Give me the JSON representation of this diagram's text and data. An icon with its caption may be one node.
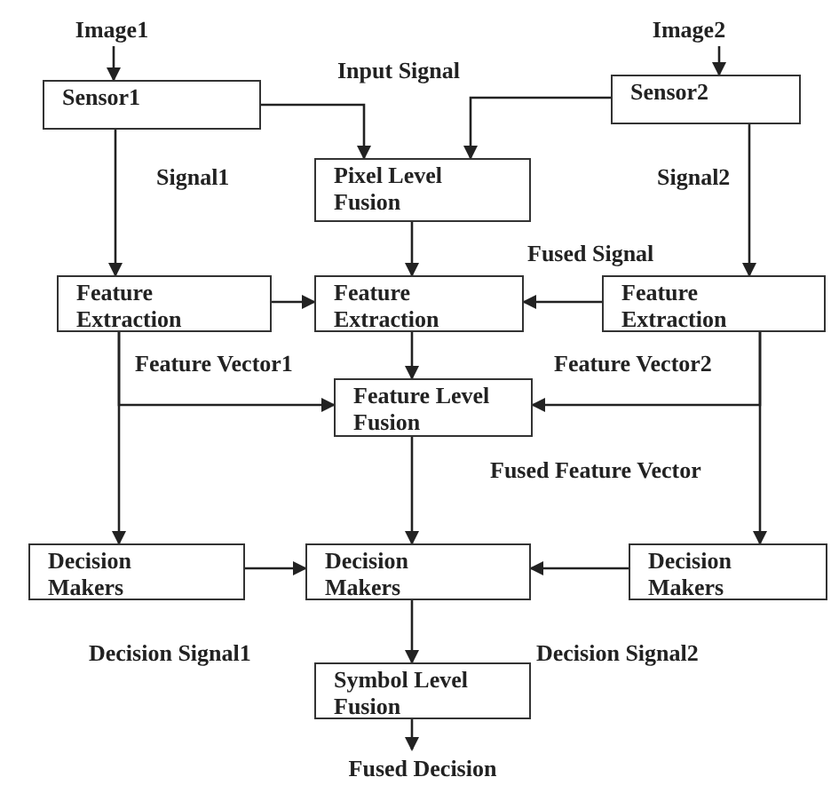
{
  "diagram": {
    "nodes": [
      {
        "text": [
          "Image1"
        ]
      },
      {
        "text": [
          "Image2"
        ]
      },
      {
        "text": [
          "Sensor1"
        ]
      },
      {
        "text": [
          "Sensor2"
        ]
      },
      {
        "text": [
          "Pixel Level Fusion"
        ]
      },
      {
        "text": [
          "Feature Extraction"
        ]
      },
      {
        "text": [
          "Feature Extraction"
        ]
      },
      {
        "text": [
          "Feature Extraction"
        ]
      },
      {
        "text": [
          "Feature Level Fusion"
        ]
      },
      {
        "text": [
          "Decision Makers"
        ]
      },
      {
        "text": [
          "Decision Makers"
        ]
      },
      {
        "text": [
          "Decision Makers"
        ]
      },
      {
        "text": [
          "Symbol Level Fusion"
        ]
      },
      {
        "text": [
          "Fused Decision"
        ]
      }
    ],
    "edges": [
      {
        "from": 0,
        "to": 2,
        "arrow": "to"
      },
      {
        "from": 1,
        "to": 3,
        "arrow": "to"
      },
      {
        "from": 2,
        "to": 4,
        "arrow": "to"
      },
      {
        "from": 3,
        "to": 4,
        "arrow": "to"
      },
      {
        "from": 2,
        "to": 5,
        "arrow": "to"
      },
      {
        "from": 3,
        "to": 7,
        "arrow": "to"
      },
      {
        "from": 4,
        "to": 6,
        "arrow": "to"
      },
      {
        "from": 5,
        "to": 6,
        "arrow": "to"
      },
      {
        "from": 7,
        "to": 6,
        "arrow": "to"
      },
      {
        "from": 6,
        "to": 8,
        "arrow": "to"
      },
      {
        "from": 5,
        "to": 9,
        "arrow": "to"
      },
      {
        "from": 5,
        "to": 8,
        "arrow": "to"
      },
      {
        "from": 7,
        "to": 11,
        "arrow": "to"
      },
      {
        "from": 7,
        "to": 8,
        "arrow": "to"
      },
      {
        "from": 8,
        "to": 10,
        "arrow": "to"
      },
      {
        "from": 9,
        "to": 10,
        "arrow": "to"
      },
      {
        "from": 11,
        "to": 10,
        "arrow": "to"
      },
      {
        "from": 10,
        "to": 12,
        "arrow": "to"
      },
      {
        "from": 12,
        "to": 13,
        "arrow": "to"
      }
    ],
    "labels": [
      "Input Signal",
      "Signal1",
      "Signal2",
      "Fused Signal",
      "Feature Vector1",
      "Feature Vector2",
      "Fused Feature Vector",
      "Decision Signal1",
      "Decision Signal2"
    ]
  }
}
